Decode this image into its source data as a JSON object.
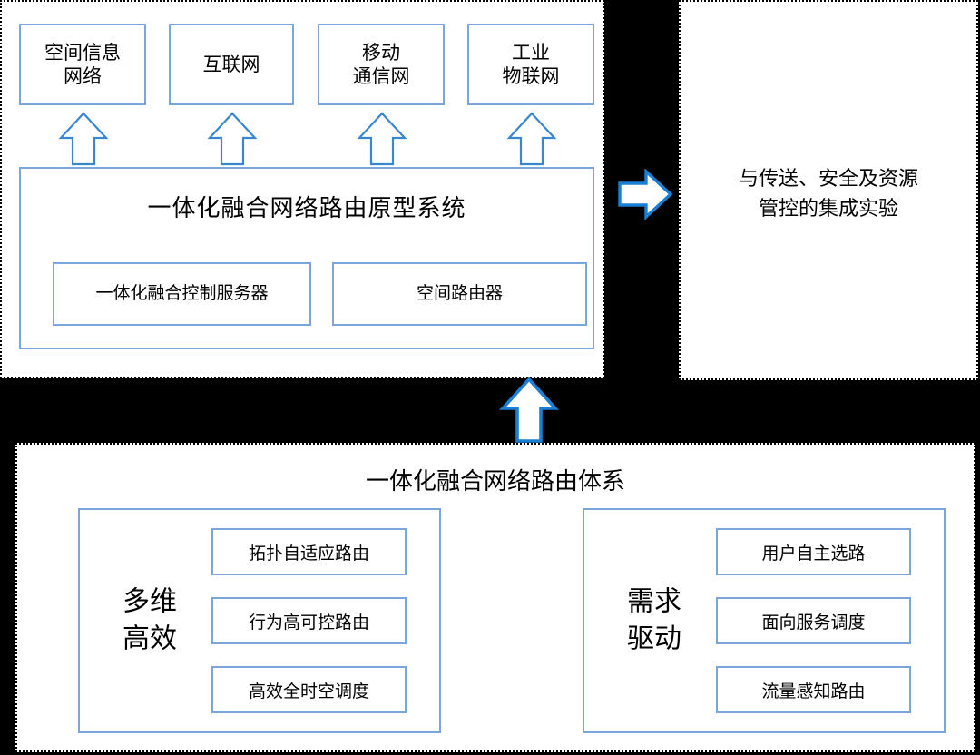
{
  "prototype_panel": {
    "networks": [
      {
        "label": "空间信息\n网络"
      },
      {
        "label": "互联网"
      },
      {
        "label": "移动\n通信网"
      },
      {
        "label": "工业\n物联网"
      }
    ],
    "system_title": "一体化融合网络路由原型系统",
    "components": [
      {
        "label": "一体化融合控制服务器"
      },
      {
        "label": "空间路由器"
      }
    ]
  },
  "experiment_panel": {
    "text": "与传送、安全及资源\n管控的集成实验"
  },
  "architecture_panel": {
    "title": "一体化融合网络路由体系",
    "groups": [
      {
        "label": "多维\n高效",
        "items": [
          "拓扑自适应路由",
          "行为高可控路由",
          "高效全时空调度"
        ]
      },
      {
        "label": "需求\n驱动",
        "items": [
          "用户自主选路",
          "面向服务调度",
          "流量感知路由"
        ]
      }
    ]
  },
  "arrows": {
    "up_to_networks": "arrow-up-icon",
    "up_to_prototype": "arrow-up-icon",
    "right_to_experiment": "arrow-right-icon"
  },
  "colors": {
    "box_border_blue": "#7BA5DD",
    "arrow_outline_blue": "#1B7FD4",
    "arrow_fill": "#FFFFFF",
    "panel_border": "#000000",
    "panel_background": "#FFFFFF",
    "canvas_background": "#000000",
    "text": "#000000"
  }
}
